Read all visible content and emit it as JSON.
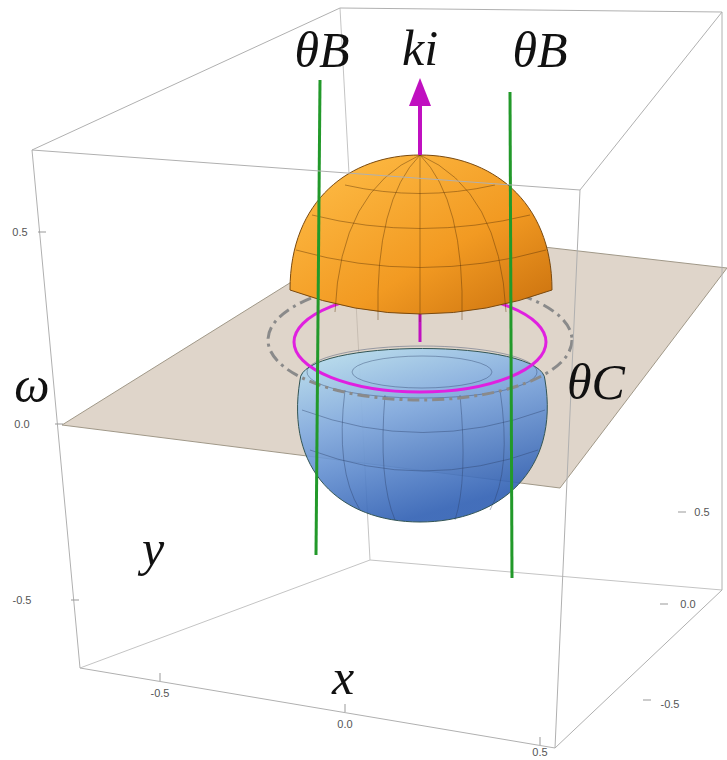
{
  "diagram": {
    "labels": [
      "θB",
      "ki",
      "θB",
      "ω",
      "θC",
      "y",
      "x",
      "0.5",
      "0.0",
      "-0.5",
      "-0.5",
      "0.0",
      "0.5",
      "0.5",
      "0.0",
      "-0.5"
    ]
  }
}
